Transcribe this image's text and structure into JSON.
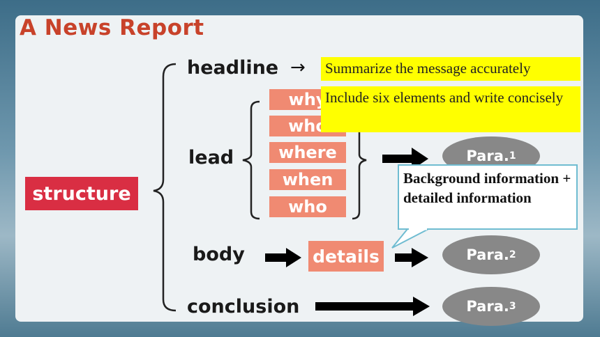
{
  "title": "A News Report",
  "structure_label": "structure",
  "labels": {
    "headline": "headline",
    "lead": "lead",
    "body": "body",
    "conclusion": "conclusion"
  },
  "headline_arrow": "→",
  "headline_note": "Summarize the message accurately",
  "lead_note": "Include six elements and write concisely",
  "lead_elements": [
    "why",
    "who",
    "where",
    "when",
    "who"
  ],
  "details_label": "details",
  "paragraphs": [
    {
      "main": "Para.",
      "num": "1"
    },
    {
      "main": "Para.",
      "num": "2"
    },
    {
      "main": "Para.",
      "num": "3"
    }
  ],
  "callout_text": "Background information + detailed information"
}
